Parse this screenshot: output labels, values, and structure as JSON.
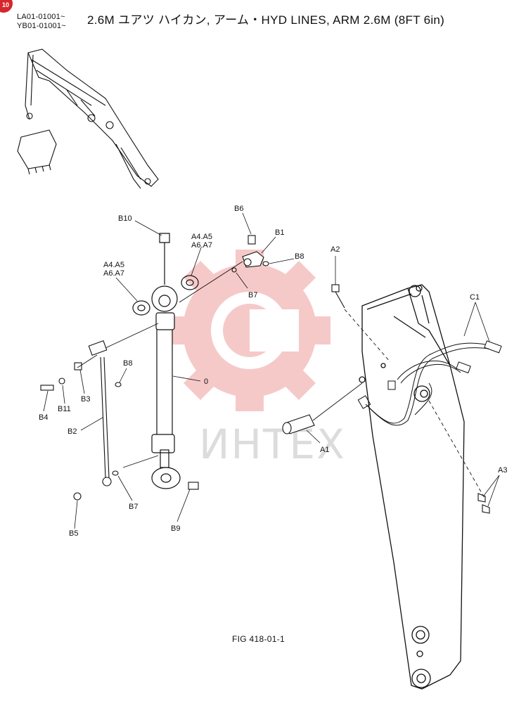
{
  "header": {
    "page_badge": "10",
    "serial_1": "LA01-01001~",
    "serial_2": "YB01-01001~",
    "title": "2.6M ユアツ ハイカン,  アーム・HYD LINES, ARM 2.6M (8FT 6in)"
  },
  "watermark": {
    "text": "ИНТЕХ",
    "color": "#f4b8b8"
  },
  "callouts": {
    "b10": "B10",
    "a4a5_top": "A4.A5",
    "a6a7_top": "A6.A7",
    "a4a5_left": "A4.A5",
    "a6a7_left": "A6.A7",
    "b6": "B6",
    "b1": "B1",
    "b8_top": "B8",
    "b7_top": "B7",
    "a2": "A2",
    "c1": "C1",
    "b8_mid": "B8",
    "b3": "B3",
    "b11": "B11",
    "b4": "B4",
    "b2": "B2",
    "zero": "0",
    "a1": "A1",
    "b7_bottom": "B7",
    "b5": "B5",
    "b9": "B9",
    "a3": "A3"
  },
  "footer": {
    "figure": "FIG 418-01-1"
  }
}
